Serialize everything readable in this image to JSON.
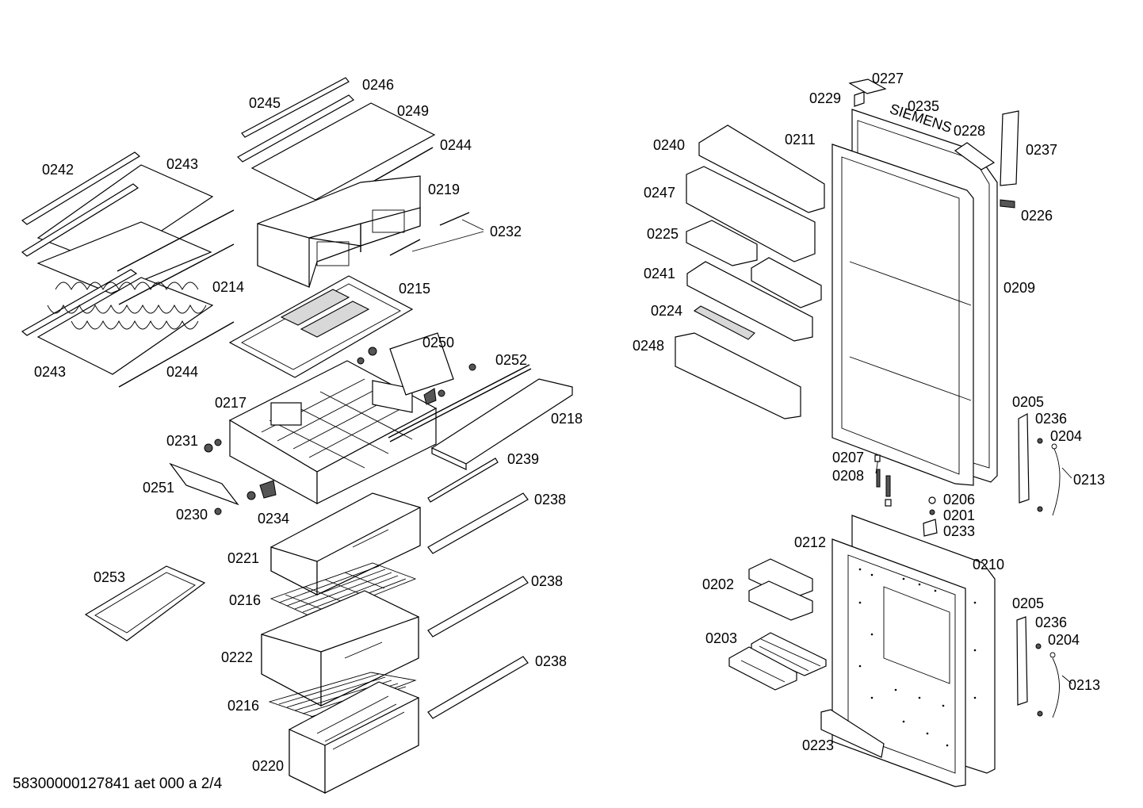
{
  "footer": "58300000127841 aet 000 a 2/4",
  "brand": "SIEMENS",
  "labels": {
    "l0242": "0242",
    "l0243a": "0243",
    "l0243b": "0243",
    "l0214": "0214",
    "l0244a": "0244",
    "l0245": "0245",
    "l0246": "0246",
    "l0249": "0249",
    "l0244b": "0244",
    "l0219": "0219",
    "l0232": "0232",
    "l0215": "0215",
    "l0250": "0250",
    "l0252": "0252",
    "l0217": "0217",
    "l0218": "0218",
    "l0231": "0231",
    "l0239": "0239",
    "l0251": "0251",
    "l0230": "0230",
    "l0234": "0234",
    "l0238a": "0238",
    "l0221": "0221",
    "l0253": "0253",
    "l0216a": "0216",
    "l0238b": "0238",
    "l0222": "0222",
    "l0216b": "0216",
    "l0238c": "0238",
    "l0220": "0220",
    "l0227": "0227",
    "l0229": "0229",
    "l0235": "0235",
    "l0228": "0228",
    "l0237": "0237",
    "l0240": "0240",
    "l0211": "0211",
    "l0247": "0247",
    "l0226": "0226",
    "l0225": "0225",
    "l0209": "0209",
    "l0241": "0241",
    "l0224": "0224",
    "l0248": "0248",
    "l0205a": "0205",
    "l0236a": "0236",
    "l0204a": "0204",
    "l0207": "0207",
    "l0213a": "0213",
    "l0208": "0208",
    "l0206": "0206",
    "l0201": "0201",
    "l0233": "0233",
    "l0212": "0212",
    "l0210": "0210",
    "l0202": "0202",
    "l0205b": "0205",
    "l0236b": "0236",
    "l0204b": "0204",
    "l0203": "0203",
    "l0213b": "0213",
    "l0223": "0223"
  }
}
